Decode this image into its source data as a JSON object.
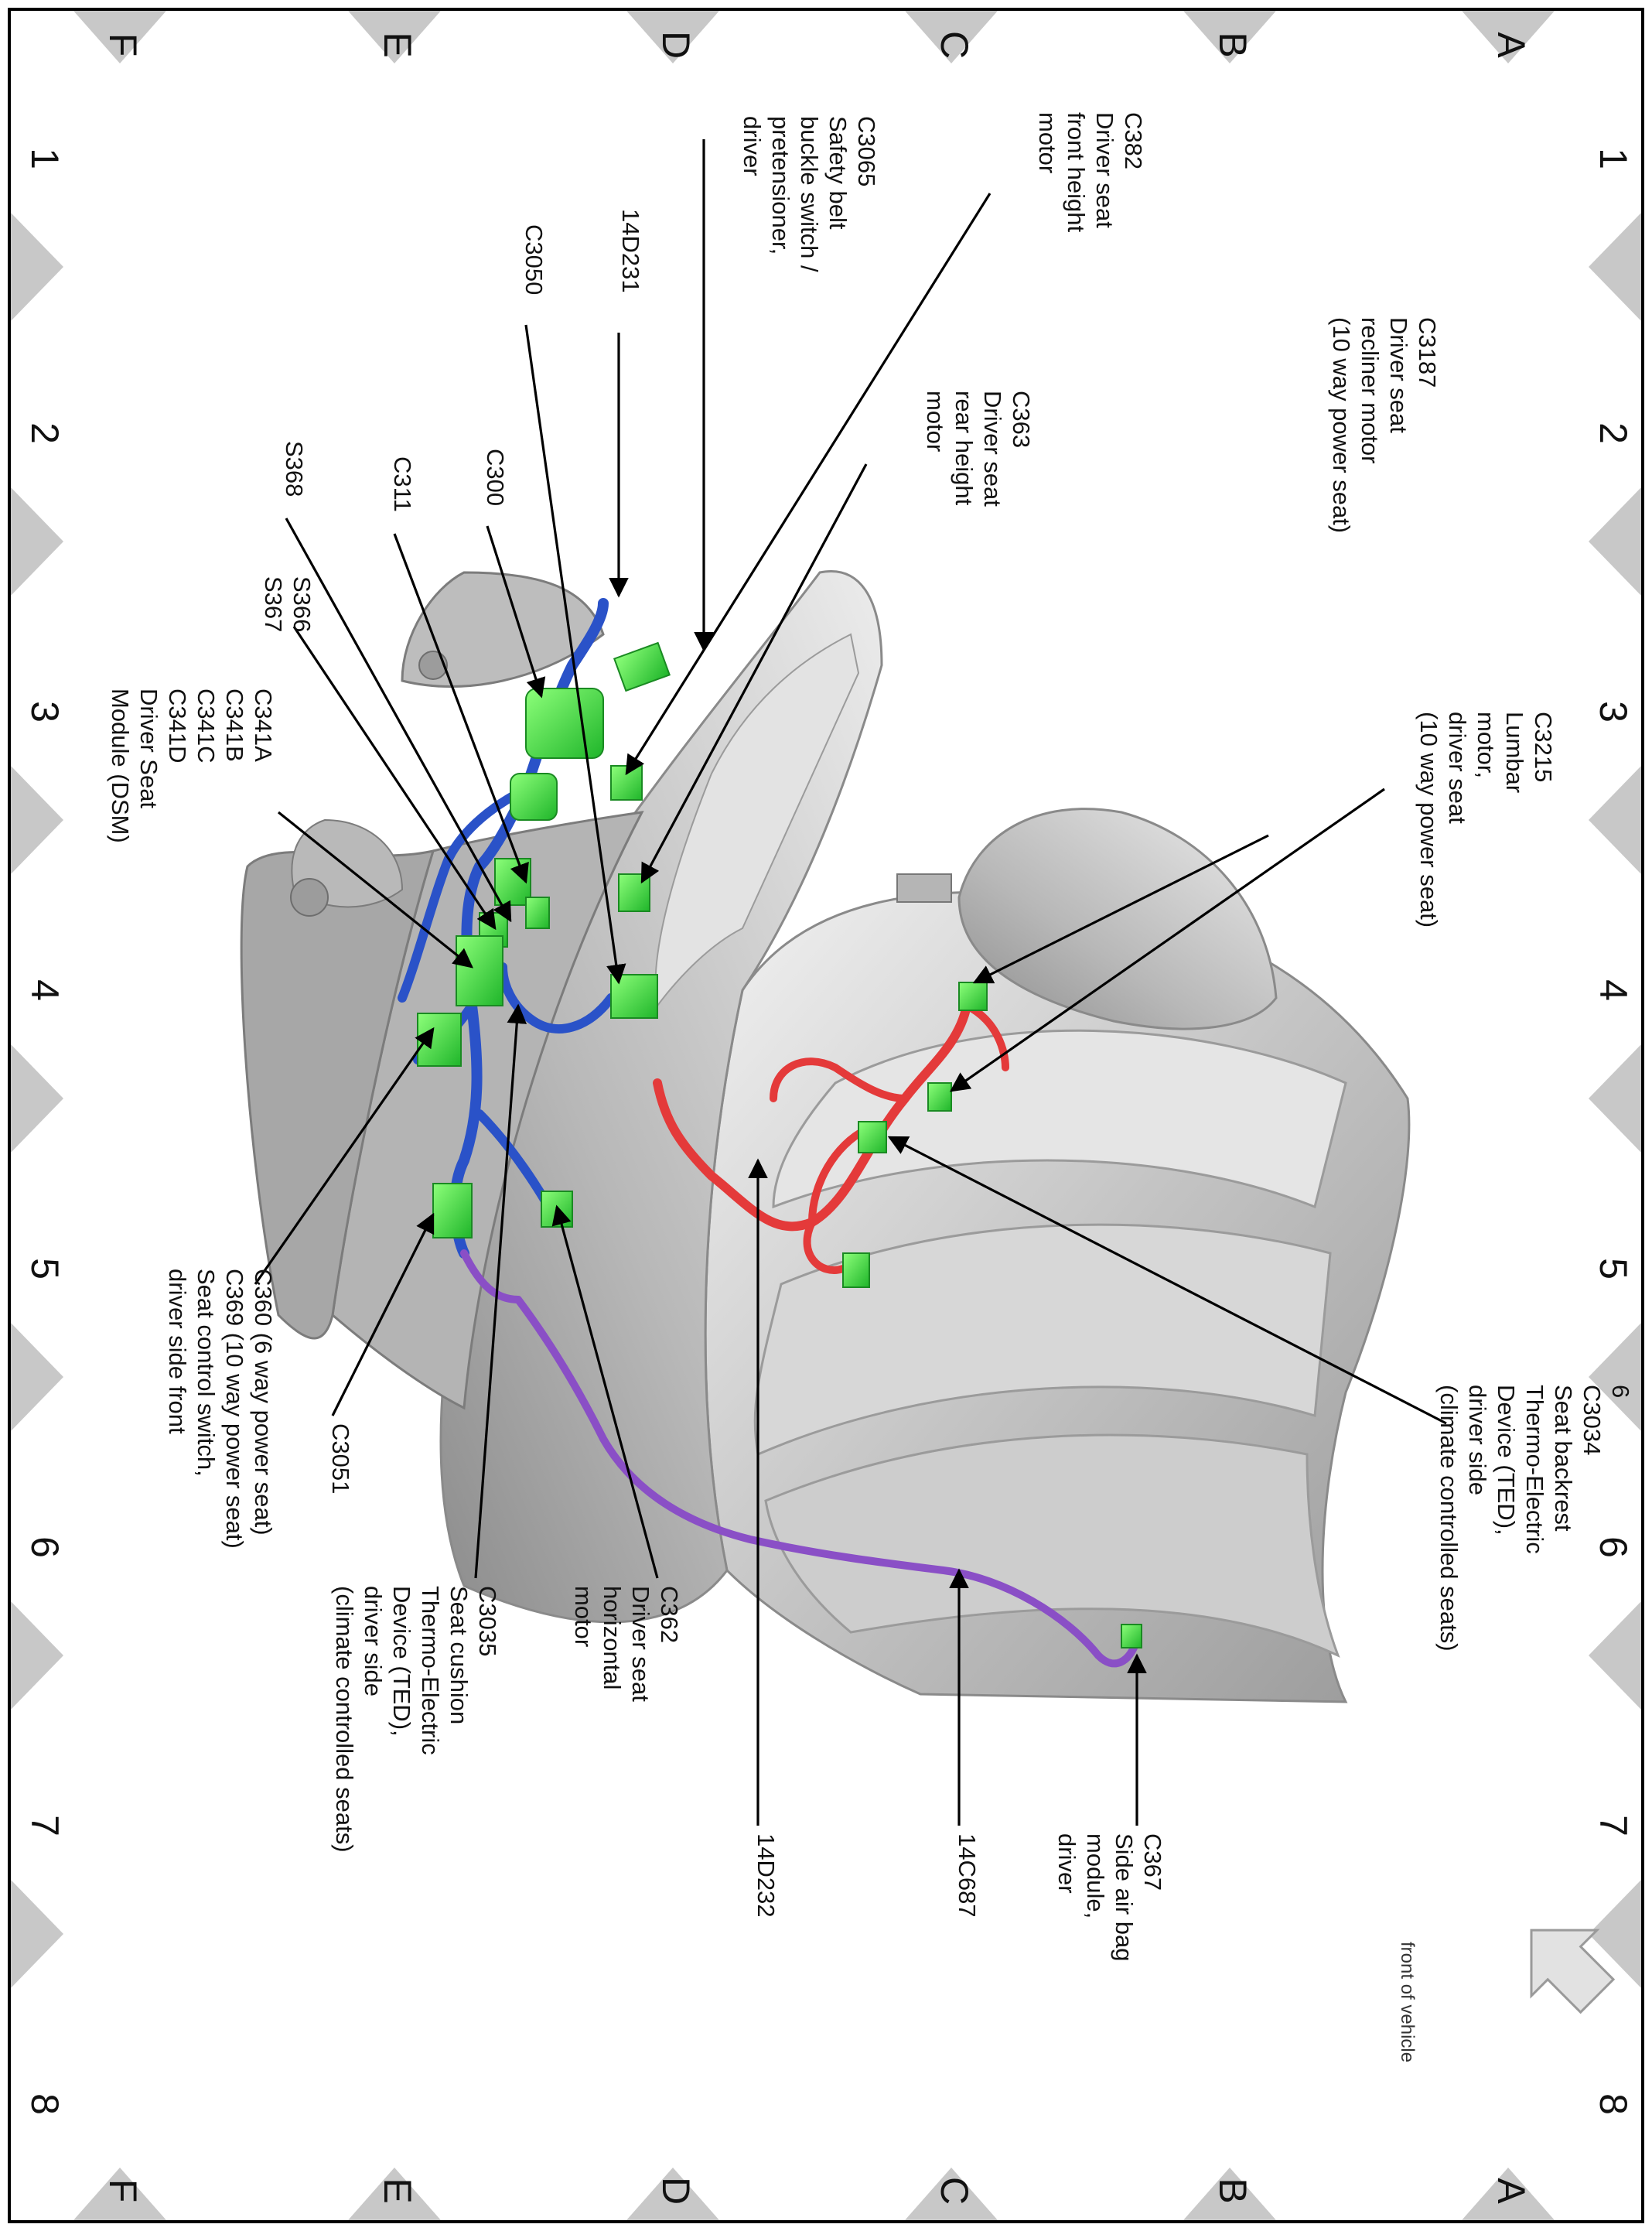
{
  "grid": {
    "letters": [
      "A",
      "B",
      "C",
      "D",
      "E",
      "F"
    ],
    "numbers": [
      "1",
      "2",
      "3",
      "4",
      "5",
      "6",
      "7",
      "8"
    ]
  },
  "labels": {
    "c3187": [
      "C3187",
      "Driver seat",
      "recliner motor",
      "(10 way power seat)"
    ],
    "c3215": [
      "C3215",
      "Lumbar",
      "motor,",
      "driver seat",
      "(10 way power seat)"
    ],
    "c3034": [
      "6",
      "C3034",
      "Seat backrest",
      "Thermo-Electric",
      "Device (TED),",
      "driver side",
      "(climate controlled seats)"
    ],
    "c367": [
      "C367",
      "Side air bag",
      "module,",
      "driver"
    ],
    "c14c687": [
      "14C687"
    ],
    "c14d232": [
      "14D232"
    ],
    "c363": [
      "C363",
      "Driver seat",
      "rear height",
      "motor"
    ],
    "c382": [
      "C382",
      "Driver seat",
      "front height",
      "motor"
    ],
    "c3065": [
      "C3065",
      "Safety belt",
      "buckle switch /",
      "pretensioner,",
      "driver"
    ],
    "c14d231": [
      "14D231"
    ],
    "c3050": [
      "C3050"
    ],
    "c300": [
      "C300"
    ],
    "c311": [
      "C311"
    ],
    "s368": [
      "S368"
    ],
    "s366": [
      "S366",
      "S367"
    ],
    "c341": [
      "C341A",
      "C341B",
      "C341C",
      "C341D",
      "Driver Seat",
      "Module (DSM)"
    ],
    "c362": [
      "C362",
      "Driver seat",
      "horizontal",
      "motor"
    ],
    "c3035": [
      "C3035",
      "Seat cushion",
      "Thermo-Electric",
      "Device (TED),",
      "driver side",
      "(climate controlled seats)"
    ],
    "c3051": [
      "C3051"
    ],
    "c360": [
      "C360   (6 way power seat)",
      "C369   (10 way power seat)",
      "Seat control switch,",
      "driver side front"
    ]
  },
  "front_of_vehicle": "front of vehicle",
  "colors": {
    "connector": "#39e83a",
    "harness_blue": "#2a52c8",
    "harness_red": "#e43a3a",
    "harness_purple": "#8a4fc6",
    "seat": "#c9c9c9",
    "border_triangle": "#c8c8c8"
  }
}
